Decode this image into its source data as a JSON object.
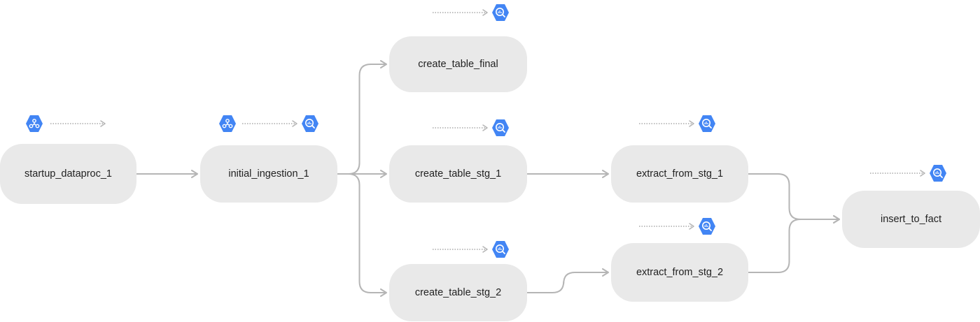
{
  "diagram": {
    "accent_color": "#4285f4",
    "edge_color": "#b5b5b5",
    "node_color": "#e9e9e9",
    "nodes": [
      {
        "id": "startup_dataproc_1",
        "label": "startup_dataproc_1",
        "icon": "dataproc-icon"
      },
      {
        "id": "initial_ingestion_1",
        "label": "initial_ingestion_1",
        "icon": "dataproc-icon"
      },
      {
        "id": "create_table_final",
        "label": "create_table_final",
        "icon": "bigquery-icon"
      },
      {
        "id": "create_table_stg_1",
        "label": "create_table_stg_1",
        "icon": "bigquery-icon"
      },
      {
        "id": "create_table_stg_2",
        "label": "create_table_stg_2",
        "icon": "bigquery-icon"
      },
      {
        "id": "extract_from_stg_1",
        "label": "extract_from_stg_1",
        "icon": "bigquery-icon"
      },
      {
        "id": "extract_from_stg_2",
        "label": "extract_from_stg_2",
        "icon": "bigquery-icon"
      },
      {
        "id": "insert_to_fact",
        "label": "insert_to_fact",
        "icon": "bigquery-icon"
      }
    ],
    "edges": [
      {
        "from": "startup_dataproc_1",
        "to": "initial_ingestion_1"
      },
      {
        "from": "initial_ingestion_1",
        "to": "create_table_final"
      },
      {
        "from": "initial_ingestion_1",
        "to": "create_table_stg_1"
      },
      {
        "from": "initial_ingestion_1",
        "to": "create_table_stg_2"
      },
      {
        "from": "create_table_stg_1",
        "to": "extract_from_stg_1"
      },
      {
        "from": "create_table_stg_2",
        "to": "extract_from_stg_2"
      },
      {
        "from": "extract_from_stg_1",
        "to": "insert_to_fact"
      },
      {
        "from": "extract_from_stg_2",
        "to": "insert_to_fact"
      }
    ]
  }
}
